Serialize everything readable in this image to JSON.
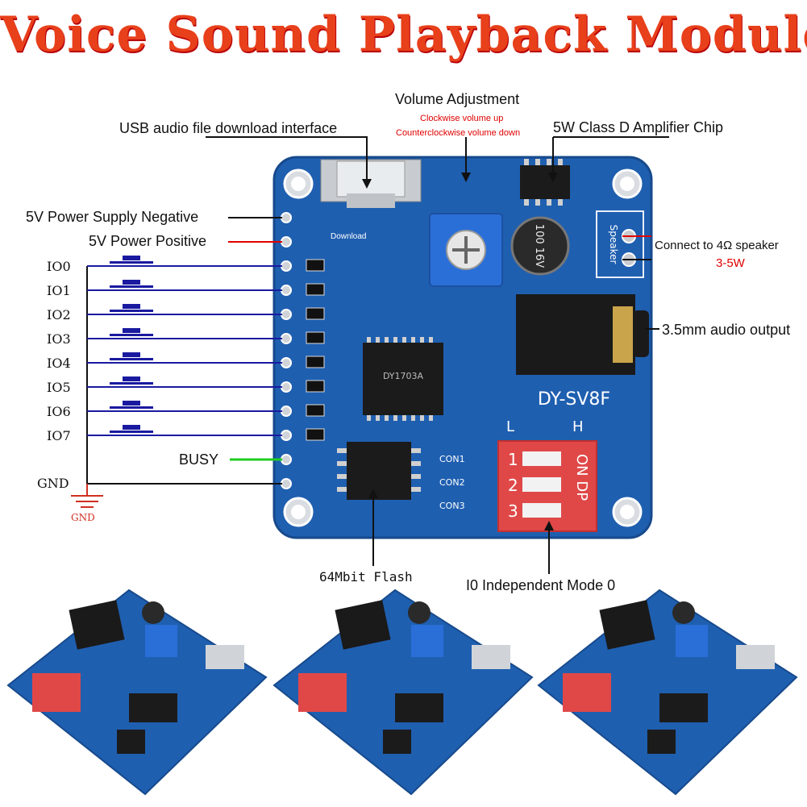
{
  "title": "Voice Sound Playback Module",
  "labels": {
    "volume_adjustment": "Volume Adjustment",
    "volume_up": "Clockwise volume up",
    "volume_down": "Counterclockwise volume down",
    "usb": "USB audio file download interface",
    "amp": "5W Class D Amplifier Chip",
    "neg": "5V Power Supply Negative",
    "pos": "5V Power Positive",
    "speaker": "Connect to 4Ω speaker",
    "speaker_power": "3-5W",
    "audio_out": "3.5mm audio output",
    "busy": "BUSY",
    "gnd": "GND",
    "gnd_symbol": "GND",
    "flash": "64Mbit Flash",
    "mode": "I0 Independent Mode 0"
  },
  "io_pins": [
    "IO0",
    "IO1",
    "IO2",
    "IO3",
    "IO4",
    "IO5",
    "IO6",
    "IO7"
  ],
  "board": {
    "model": "DY-SV8F",
    "dip_low": "L",
    "dip_high": "H",
    "dip_on": "ON DP",
    "dip_numbers": [
      "1",
      "2",
      "3"
    ],
    "con_labels": [
      "CON1",
      "CON2",
      "CON3"
    ],
    "speaker_silk": "Speaker",
    "download_silk": "Download",
    "chip_text": "DY1703A",
    "cap_text": "100 16V"
  },
  "colors": {
    "board": "#1f5fb0",
    "wire_blue": "#1a1aa0",
    "wire_red": "#e00000",
    "wire_green": "#22cc22",
    "dip": "#e04848"
  }
}
